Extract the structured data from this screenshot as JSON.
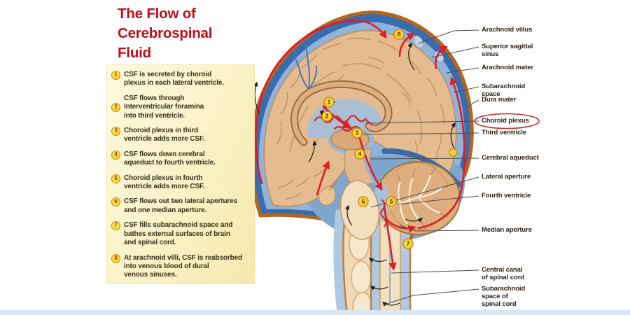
{
  "title": "The Flow of\nCerebrospinal\nFluid",
  "steps": [
    {
      "num": "1",
      "text": "CSF is secreted by choroid\nplexus in each lateral ventricle."
    },
    {
      "num": "2",
      "text": "CSF flows through\nInterventricular foramina\ninto third ventricle."
    },
    {
      "num": "3",
      "text": "Choroid plexus in third\nventricle adds more CSF."
    },
    {
      "num": "4",
      "text": "CSF flows down cerebral\naqueduct to fourth ventricle."
    },
    {
      "num": "5",
      "text": "Choroid plexus in fourth\nventricle adds more CSF."
    },
    {
      "num": "6",
      "text": "CSF flows out two lateral apertures\nand one median aperture."
    },
    {
      "num": "7",
      "text": "CSF fills subarachnoid space and\nbathes external surfaces of brain\nand spinal cord."
    },
    {
      "num": "8",
      "text": "At arachnoid villi, CSF is reabsorbed\ninto venous blood of dural\nvenous sinuses."
    }
  ],
  "anatomy_labels": [
    {
      "text": "Arachnoid villus"
    },
    {
      "text": "Superior sagittal\nsinus"
    },
    {
      "text": "Arachnoid mater"
    },
    {
      "text": "Subarachnoid\nspace"
    },
    {
      "text": "Dura mater"
    },
    {
      "text": "Choroid plexus",
      "circled": true
    },
    {
      "text": "Third ventricle"
    },
    {
      "text": "Cerebral aqueduct"
    },
    {
      "text": "Lateral aperture"
    },
    {
      "text": "Fourth ventricle"
    },
    {
      "text": "Median aperture"
    },
    {
      "text": "Central canal\nof spinal cord"
    },
    {
      "text": "Subarachnoid\nspace of\nspinal cord"
    }
  ],
  "diagram_markers": [
    "1",
    "2",
    "3",
    "4",
    "5",
    "6",
    "7",
    "8"
  ],
  "colors": {
    "title_red": "#C00C15",
    "panel_yellow": "#FAF1C6",
    "marker_yellow": "#F7DA39",
    "marker_ring": "#C8860A",
    "flow_arrow_red": "#E31B23",
    "local_arrow_black": "#1C1C1C",
    "dura_orange": "#B4661F",
    "sinus_blue": "#3A6BAD",
    "csf_blue": "#8FB3D9",
    "brain_tan": "#E5BB90",
    "label_ink": "#2B2217",
    "highlight_ellipse_red": "#C4332B"
  }
}
